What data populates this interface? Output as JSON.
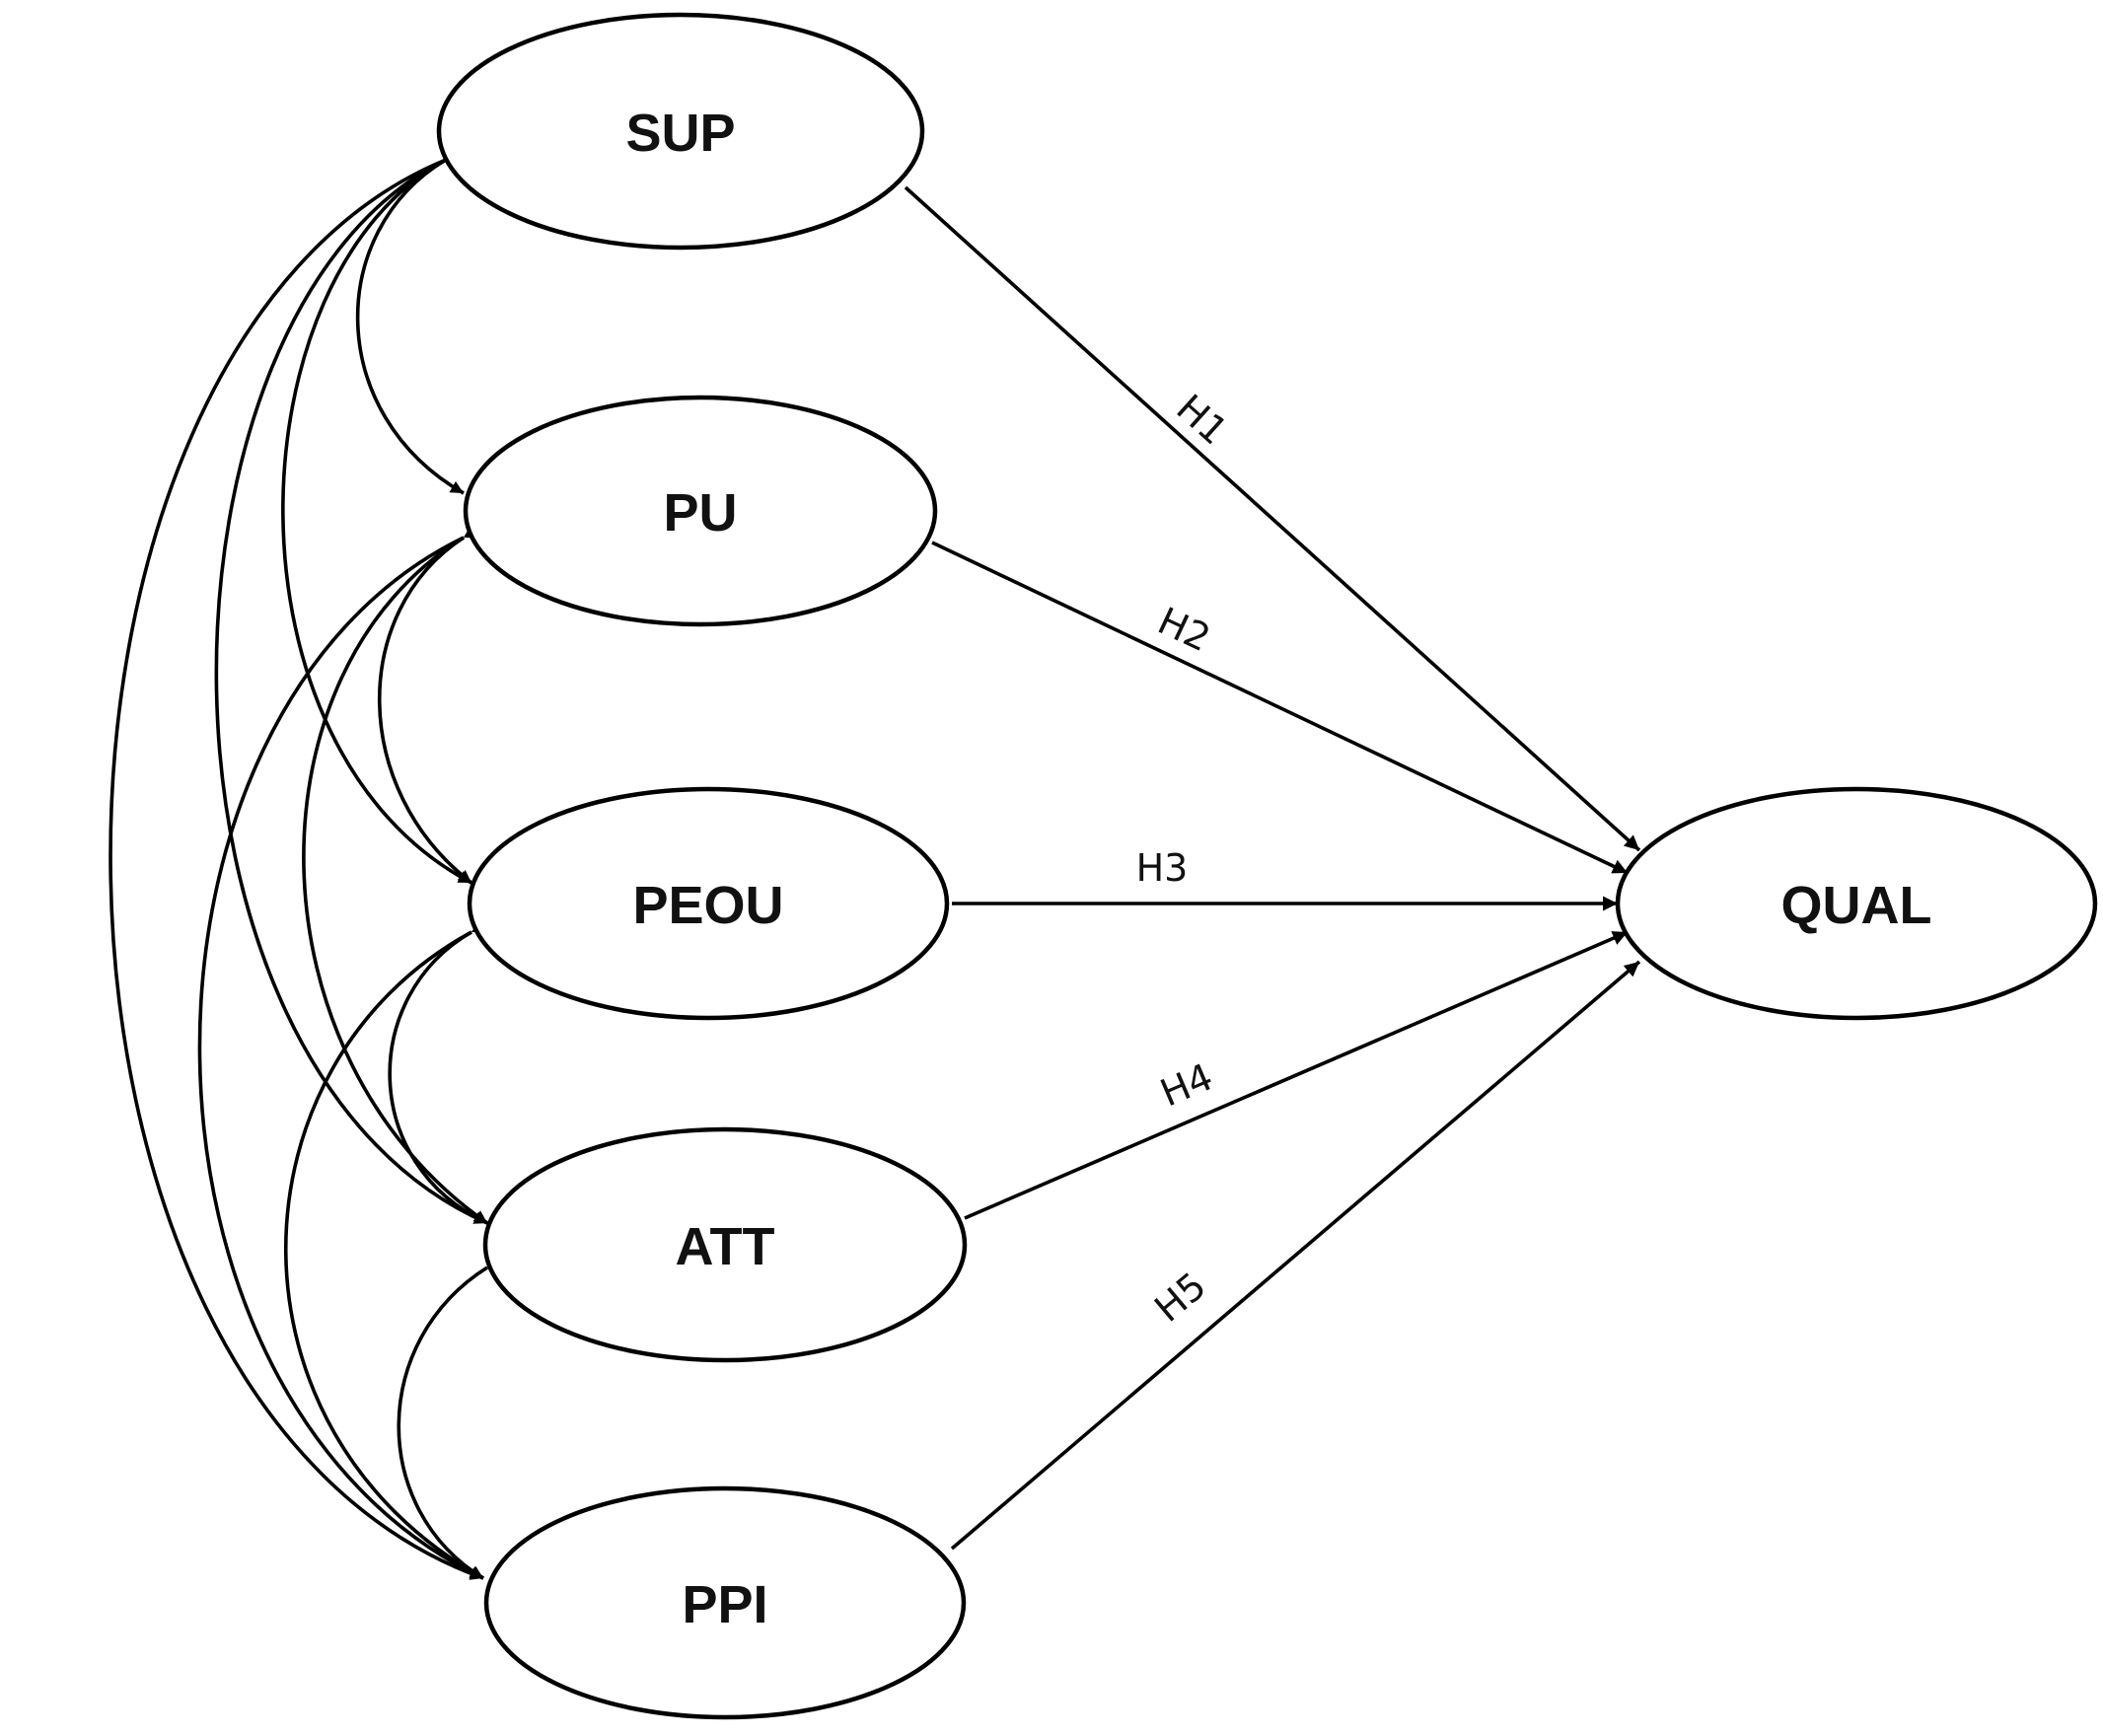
{
  "diagram": {
    "type": "structural-equation-model",
    "nodes": [
      {
        "id": "SUP",
        "label": "SUP"
      },
      {
        "id": "PU",
        "label": "PU"
      },
      {
        "id": "PEOU",
        "label": "PEOU"
      },
      {
        "id": "ATT",
        "label": "ATT"
      },
      {
        "id": "PPI",
        "label": "PPI"
      },
      {
        "id": "QUAL",
        "label": "QUAL"
      }
    ],
    "paths": [
      {
        "from": "SUP",
        "to": "QUAL",
        "label": "H1"
      },
      {
        "from": "PU",
        "to": "QUAL",
        "label": "H2"
      },
      {
        "from": "PEOU",
        "to": "QUAL",
        "label": "H3"
      },
      {
        "from": "ATT",
        "to": "QUAL",
        "label": "H4"
      },
      {
        "from": "PPI",
        "to": "QUAL",
        "label": "H5"
      }
    ],
    "correlations": [
      {
        "a": "SUP",
        "b": "PU"
      },
      {
        "a": "SUP",
        "b": "PEOU"
      },
      {
        "a": "SUP",
        "b": "ATT"
      },
      {
        "a": "SUP",
        "b": "PPI"
      },
      {
        "a": "PU",
        "b": "PEOU"
      },
      {
        "a": "PU",
        "b": "ATT"
      },
      {
        "a": "PU",
        "b": "PPI"
      },
      {
        "a": "PEOU",
        "b": "ATT"
      },
      {
        "a": "PEOU",
        "b": "PPI"
      },
      {
        "a": "ATT",
        "b": "PPI"
      }
    ],
    "colors": {
      "stroke": "#000000",
      "fill": "#ffffff",
      "text": "#111111"
    }
  }
}
